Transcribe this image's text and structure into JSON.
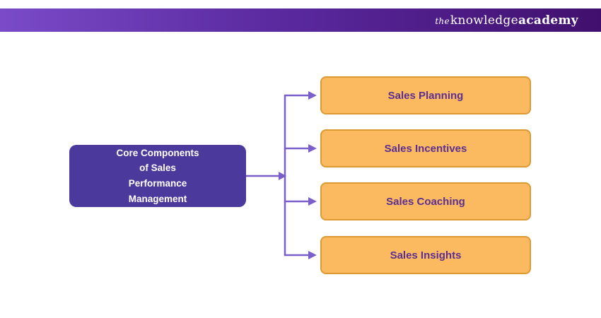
{
  "header": {
    "logo": {
      "the": "the",
      "knowledge": "knowledge",
      "academy": "academy"
    }
  },
  "diagram": {
    "root": {
      "label": "Core Components\nof Sales\nPerformance\nManagement"
    },
    "branches": [
      {
        "label": "Sales Planning"
      },
      {
        "label": "Sales Incentives"
      },
      {
        "label": "Sales Coaching"
      },
      {
        "label": "Sales Insights"
      }
    ],
    "colors": {
      "root_fill": "#4B3A9C",
      "root_text": "#FFFFFF",
      "branch_fill": "#FCBA60",
      "branch_border": "#DD9A33",
      "branch_text": "#5B2E91",
      "connector": "#7A5EC9",
      "header_gradient_start": "#7A4BC8",
      "header_gradient_end": "#41106E",
      "logo_text": "#FFFFFF"
    }
  }
}
